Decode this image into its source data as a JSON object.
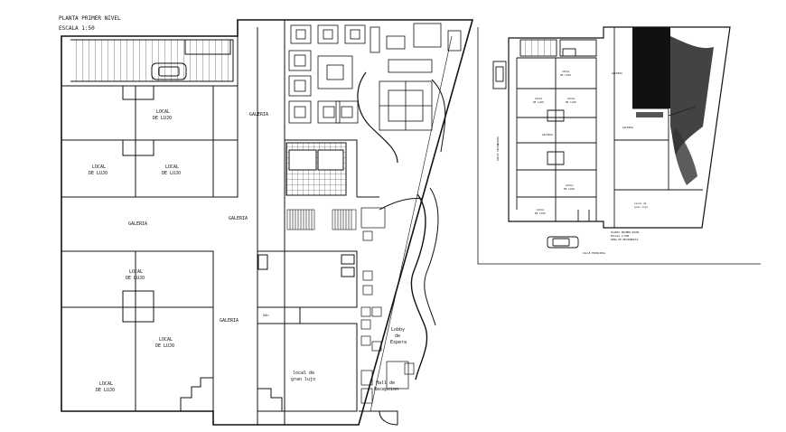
{
  "title_block": {
    "title": "PLANTA PRIMER NIVEL",
    "scale": "ESCALA 1:50"
  },
  "main_plan": {
    "galeria_label": "GALERIA",
    "local_label_line1": "LOCAL",
    "local_label_line2": "DE LUJO",
    "big_local_line1": "local de",
    "big_local_line2": "gran lujo",
    "lobby_line1": "Lobby",
    "lobby_line2": "de",
    "lobby_line3": "Espera",
    "hall_line1": "Hall de",
    "hall_line2": "Recepcion",
    "gdn_label": "Gdn"
  },
  "mini_plan": {
    "caption_line1": "PLANTA PRIMER NIVEL",
    "caption_line2": "ESCALA 1:500",
    "caption_line3": "ZONA DE RESIDENCIA",
    "street_bottom": "CALLE PRINCIPAL",
    "street_side": "CALLE SECUNDARIA",
    "galeria_label": "GALERIA",
    "local_line1": "LOCAL",
    "local_line2": "DE LUJO",
    "local_gran_line1": "local de",
    "local_gran_line2": "gran lujo"
  }
}
